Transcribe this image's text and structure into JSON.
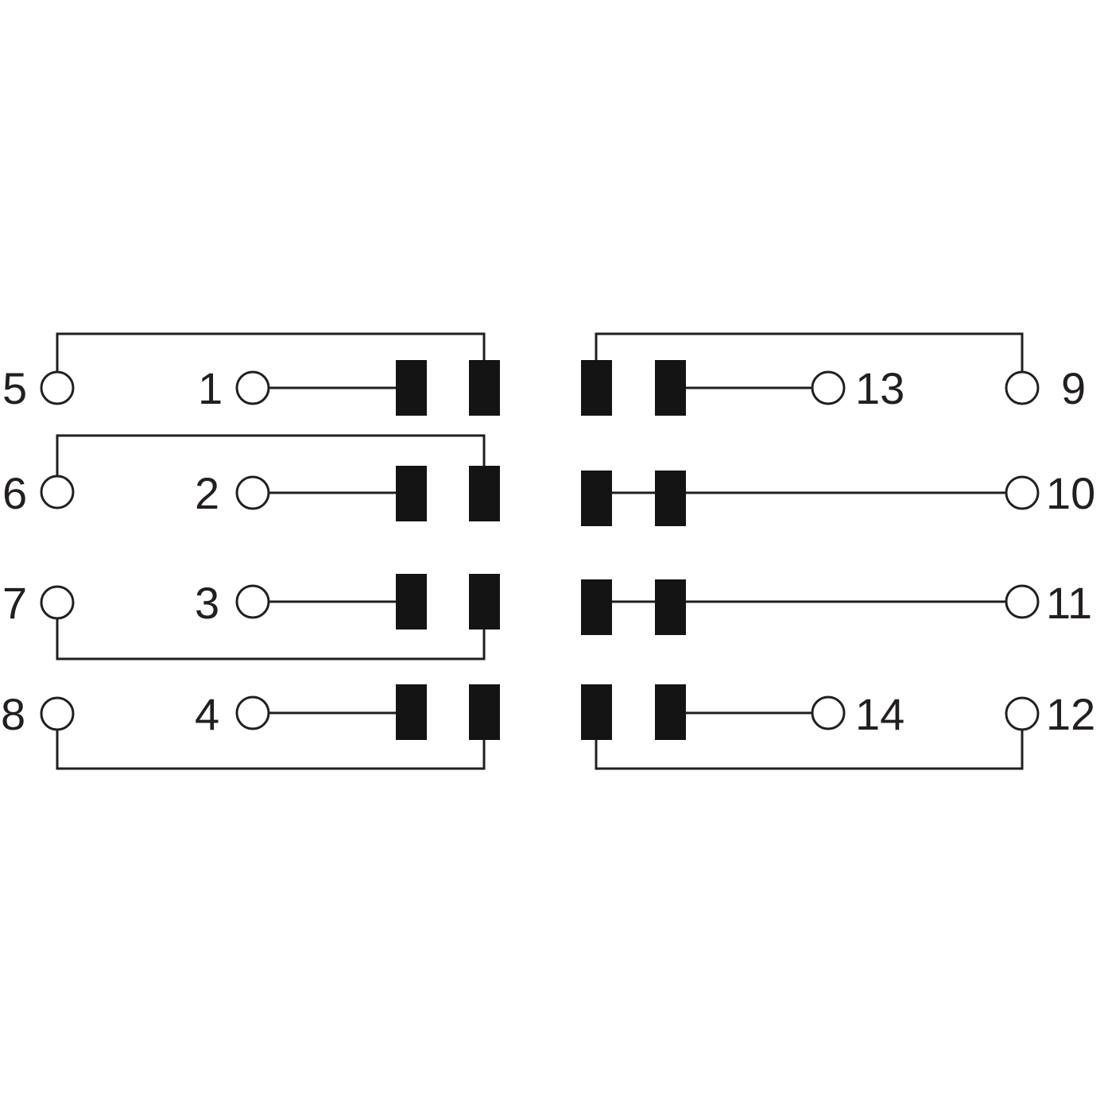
{
  "colors": {
    "line": "#231f20",
    "contact": "#141414",
    "background": "#ffffff"
  },
  "terminals": [
    {
      "id": "t5",
      "label": "5"
    },
    {
      "id": "t1",
      "label": "1"
    },
    {
      "id": "t13",
      "label": "13"
    },
    {
      "id": "t9",
      "label": "9"
    },
    {
      "id": "t6",
      "label": "6"
    },
    {
      "id": "t2",
      "label": "2"
    },
    {
      "id": "t10",
      "label": "10"
    },
    {
      "id": "t7",
      "label": "7"
    },
    {
      "id": "t3",
      "label": "3"
    },
    {
      "id": "t11",
      "label": "11"
    },
    {
      "id": "t8",
      "label": "8"
    },
    {
      "id": "t4",
      "label": "4"
    },
    {
      "id": "t14",
      "label": "14"
    },
    {
      "id": "t12",
      "label": "12"
    }
  ]
}
